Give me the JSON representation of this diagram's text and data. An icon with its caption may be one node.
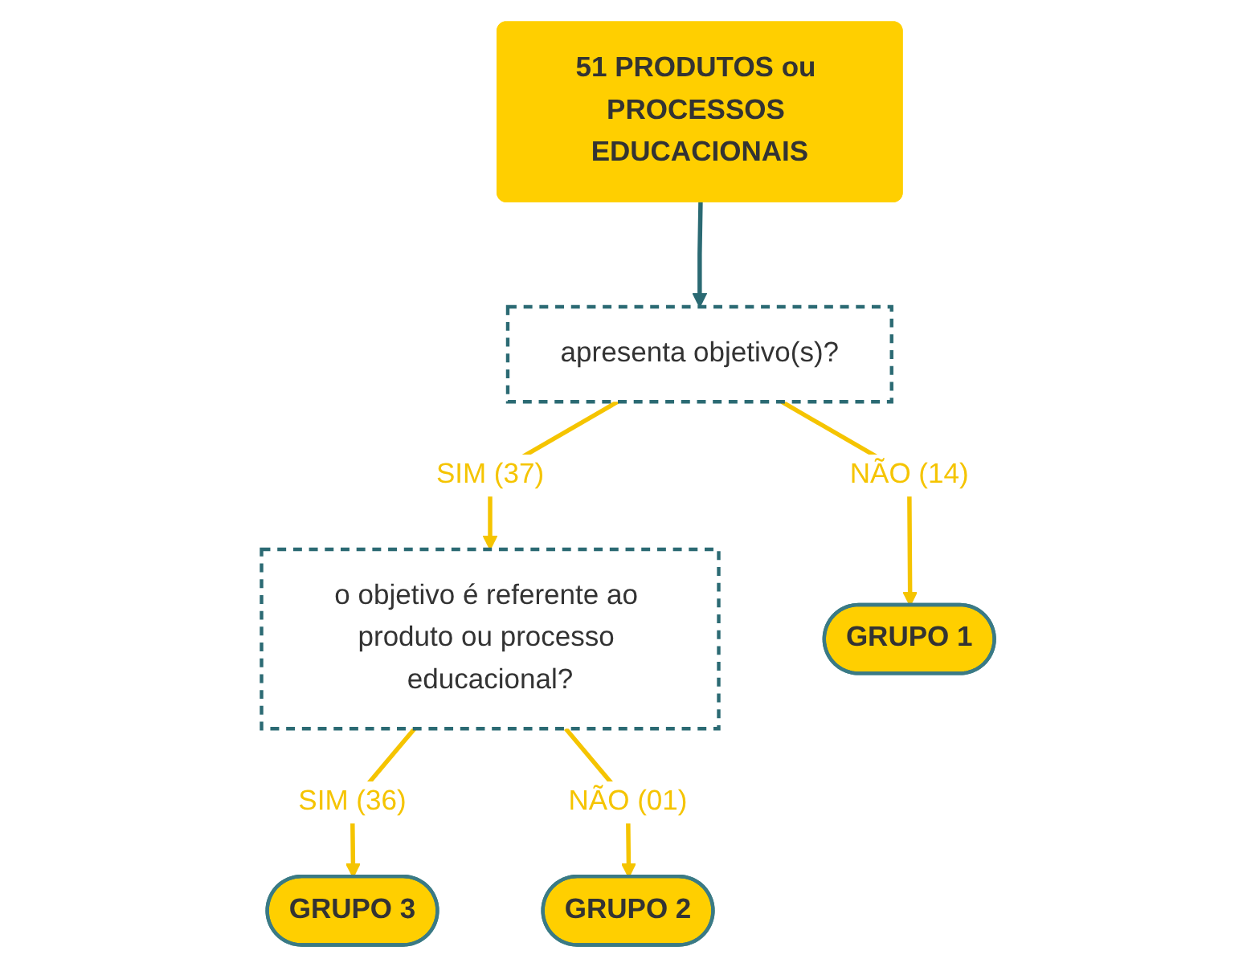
{
  "diagram": {
    "nodes": [
      {
        "text": [
          "51 PRODUTOS ou PROCESSOS EDUCACIONAIS"
        ]
      },
      {
        "text": [
          "apresenta objetivo(s)?"
        ]
      },
      {
        "text": [
          "o objetivo é referente ao produto ou processo educacional?"
        ]
      },
      {
        "text": [
          "GRUPO 1"
        ]
      },
      {
        "text": [
          "GRUPO 3"
        ]
      },
      {
        "text": [
          "GRUPO 2"
        ]
      }
    ],
    "edges": [
      {
        "from": 0,
        "to": 1,
        "arrow": "to",
        "color": "#2b6a73"
      },
      {
        "from": 1,
        "to": 2,
        "arrow": "to",
        "label": "SIM (37)"
      },
      {
        "from": 1,
        "to": 3,
        "arrow": "to",
        "label": "NÃO (14)"
      },
      {
        "from": 2,
        "to": 4,
        "arrow": "to",
        "label": "SIM (36)"
      },
      {
        "from": 2,
        "to": 5,
        "arrow": "to",
        "label": "NÃO (01)"
      }
    ]
  }
}
